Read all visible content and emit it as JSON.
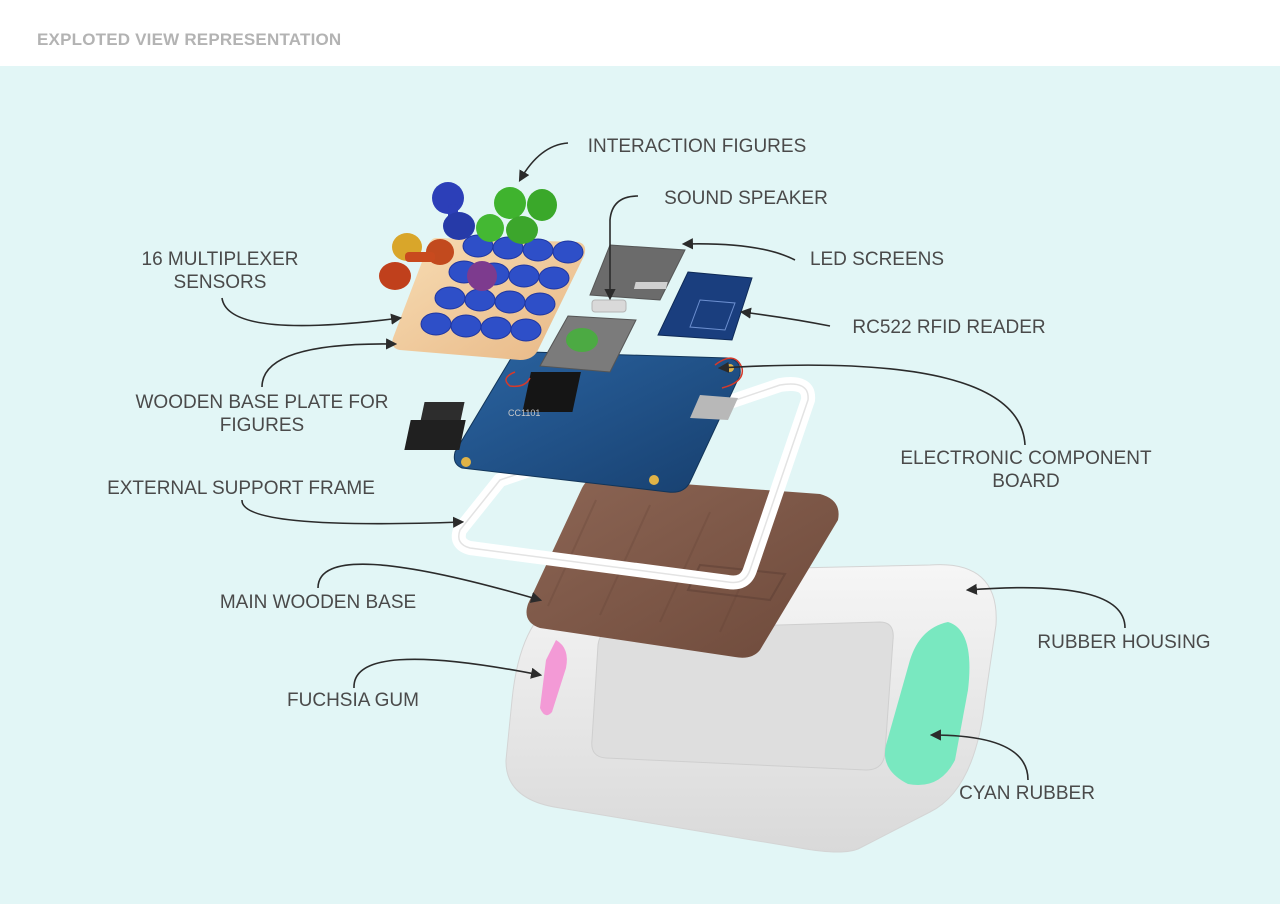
{
  "header": {
    "title": "EXPLOTED VIEW REPRESENTATION"
  },
  "labels": {
    "interaction_figures": "INTERACTION FIGURES",
    "sound_speaker": "SOUND SPEAKER",
    "led_screens": "LED SCREENS",
    "multiplexer_line1": "16 MULTIPLEXER",
    "multiplexer_line2": "SENSORS",
    "rfid_reader": "RC522 RFID READER",
    "wooden_plate_line1": "WOODEN BASE PLATE FOR",
    "wooden_plate_line2": "FIGURES",
    "electronic_line1": "ELECTRONIC COMPONENT",
    "electronic_line2": "BOARD",
    "support_frame": "EXTERNAL SUPPORT FRAME",
    "main_base": "MAIN WOODEN BASE",
    "rubber_housing": "RUBBER HOUSING",
    "fuchsia_gum": "FUCHSIA GUM",
    "cyan_rubber": "CYAN RUBBER"
  },
  "pcb": {
    "chip_label": "CC1101"
  },
  "colors": {
    "background": "#e2f6f6",
    "pcb": "#1d4f86",
    "wood_light": "#f2cfa0",
    "wood_dark": "#7e5747",
    "sensor_blue": "#2e4fc8",
    "fuchsia": "#f39ad6",
    "cyan": "#79e8c0",
    "rubber": "#ececec"
  }
}
